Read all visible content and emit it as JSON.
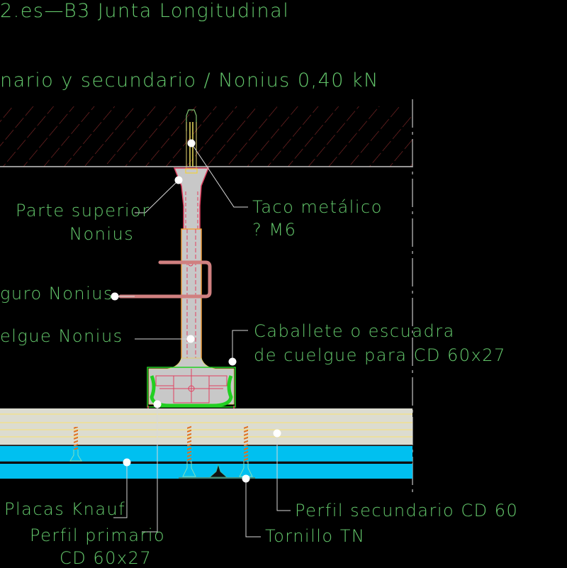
{
  "drawing": {
    "title": "2.es—B3   Junta Longitudinal",
    "subtitle": "nario  y  secundario  /  Nonius  0,40  kN",
    "colors": {
      "background": "#000000",
      "text": "#63c76b",
      "hatch": "#8b2a2a",
      "slab_line": "#c8c8c8",
      "profile_fill": "#dcdcd0",
      "board_fill": "#00c0f0",
      "bracket": "#22d022",
      "nonius_fill": "#c8c8c8",
      "nonius_outline": "#e04060",
      "leader": "#d8d8d8",
      "marker": "#ffffff"
    }
  },
  "labels": {
    "parte_superior_1": "Parte  superior",
    "parte_superior_2": "Nonius",
    "taco_1": "Taco  metálico",
    "taco_2": "?  M6",
    "seguro": "guro  Nonius",
    "cuelgue": "elgue  Nonius",
    "caballete_1": "Caballete  o  escuadra",
    "caballete_2": "de  cuelgue  para  CD  60x27",
    "placas": "Placas  Knauf",
    "perfil_primario_1": "Perfil  primario",
    "perfil_primario_2": "CD  60x27",
    "perfil_secundario": "Perfil  secundario  CD  60",
    "tornillo": "Tornillo  TN"
  }
}
